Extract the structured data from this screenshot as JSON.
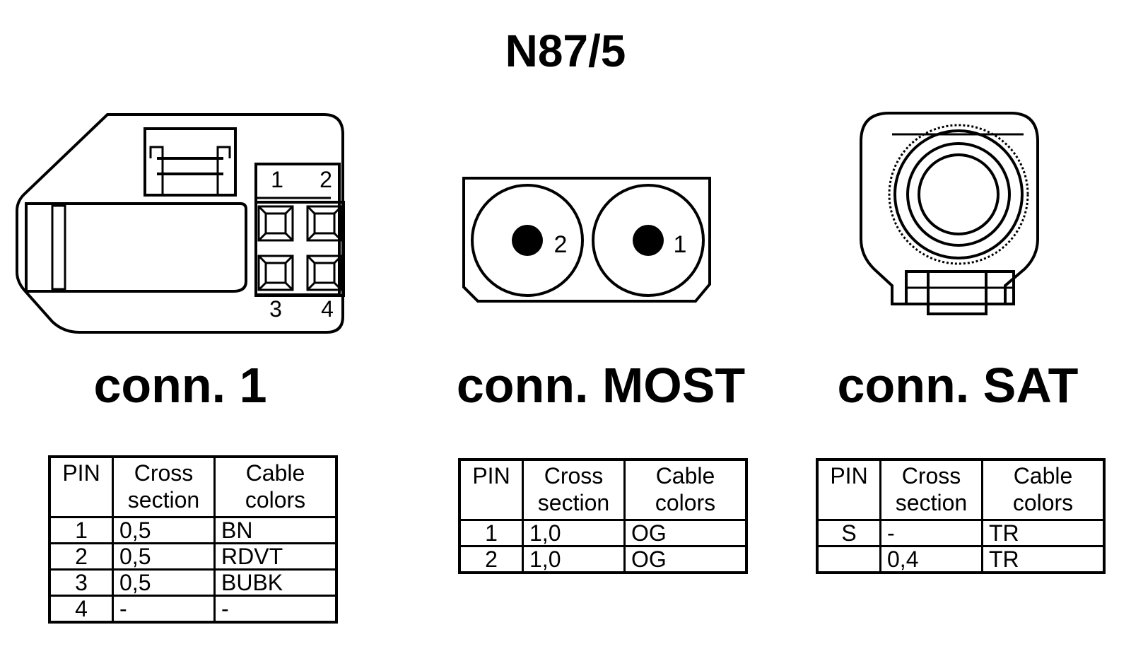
{
  "title": "N87/5",
  "connectors": [
    {
      "label": "conn. 1",
      "pin_labels": [
        "1",
        "2",
        "3",
        "4"
      ],
      "table": {
        "headers": [
          "PIN",
          "Cross section",
          "Cable colors"
        ],
        "rows": [
          [
            "1",
            "0,5",
            "BN"
          ],
          [
            "2",
            "0,5",
            "RDVT"
          ],
          [
            "3",
            "0,5",
            "BUBK"
          ],
          [
            "4",
            "-",
            "-"
          ]
        ]
      }
    },
    {
      "label": "conn. MOST",
      "pin_labels": [
        "2",
        "1"
      ],
      "table": {
        "headers": [
          "PIN",
          "Cross section",
          "Cable colors"
        ],
        "rows": [
          [
            "1",
            "1,0",
            "OG"
          ],
          [
            "2",
            "1,0",
            "OG"
          ]
        ]
      }
    },
    {
      "label": "conn. SAT",
      "table": {
        "headers": [
          "PIN",
          "Cross section",
          "Cable colors"
        ],
        "rows": [
          [
            "S",
            "-",
            "TR"
          ],
          [
            "",
            "0,4",
            "TR"
          ]
        ]
      }
    }
  ]
}
